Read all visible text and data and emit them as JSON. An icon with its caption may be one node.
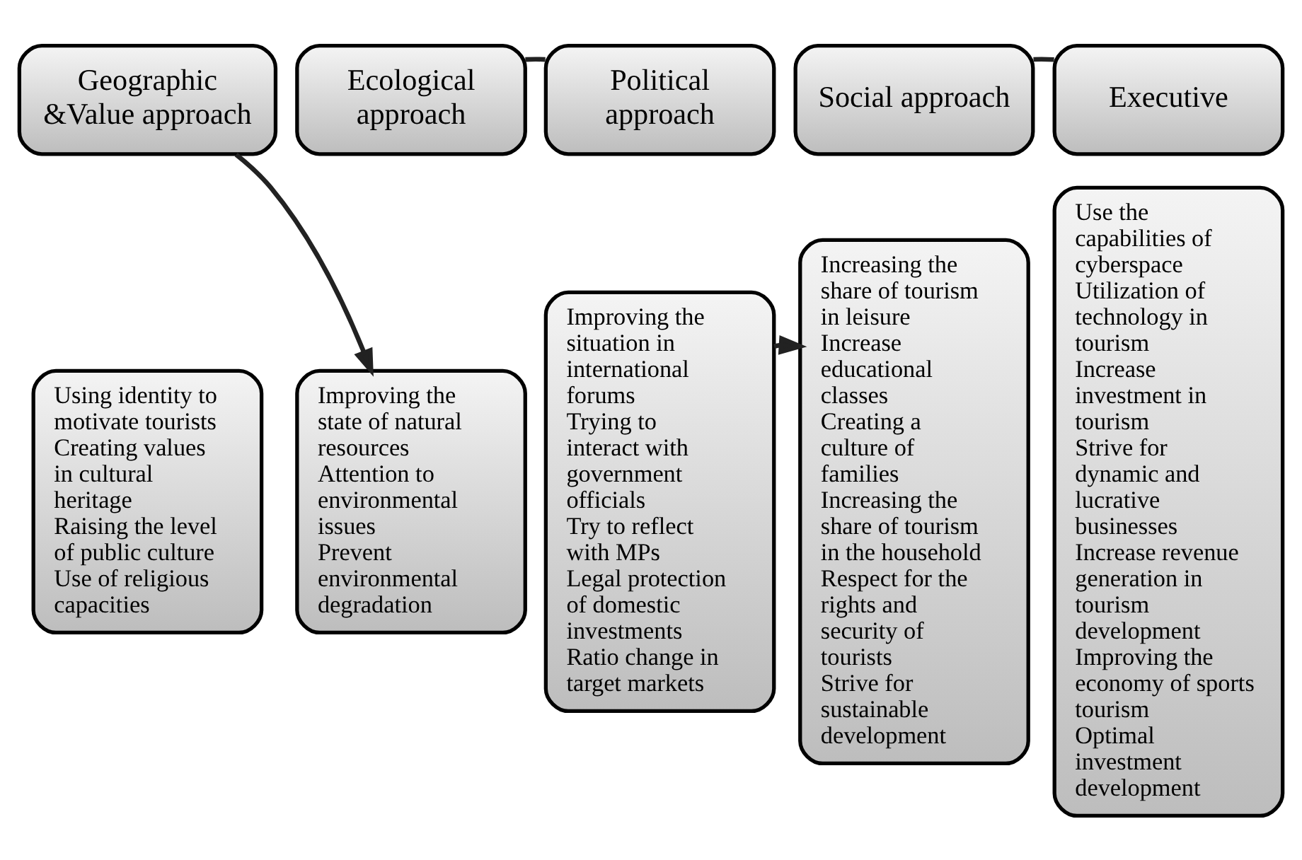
{
  "diagram": {
    "nodes": [
      {
        "text": [
          "Geographic &Value approach"
        ]
      },
      {
        "text": [
          "Ecological approach"
        ]
      },
      {
        "text": [
          "Political approach"
        ]
      },
      {
        "text": [
          "Social approach"
        ]
      },
      {
        "text": [
          "Executive"
        ]
      },
      {
        "text": [
          "Using identity to motivate tourists",
          "Creating values in cultural heritage",
          "Raising the level of public culture",
          "Use of religious capacities"
        ]
      },
      {
        "text": [
          "Improving the state of natural resources",
          "Attention to environmental issues",
          "Prevent environmental degradation"
        ]
      },
      {
        "text": [
          "Improving the situation in international forums",
          "Trying to interact with government officials",
          "Try to reflect with MPs",
          "Legal protection of domestic investments",
          "Ratio change in target markets"
        ]
      },
      {
        "text": [
          "Increasing the share of tourism in leisure",
          "Increase educational classes",
          "Creating a culture of families",
          "Increasing the share of tourism in the household",
          "Respect for the rights and security of tourists",
          "Strive for sustainable development"
        ]
      },
      {
        "text": [
          "Use the capabilities of cyberspace",
          "Utilization of technology in tourism",
          "Increase investment in tourism",
          "Strive for dynamic and lucrative businesses",
          "Increase revenue generation in tourism development",
          "Improving the economy of sports tourism",
          "Optimal investment development"
        ]
      }
    ],
    "edges": [
      {
        "from": 1,
        "to": 2,
        "arrow": "none"
      },
      {
        "from": 3,
        "to": 4,
        "arrow": "none"
      },
      {
        "from": 0,
        "to": 6,
        "arrow": "to"
      },
      {
        "from": 7,
        "to": 8,
        "arrow": "to"
      }
    ]
  }
}
